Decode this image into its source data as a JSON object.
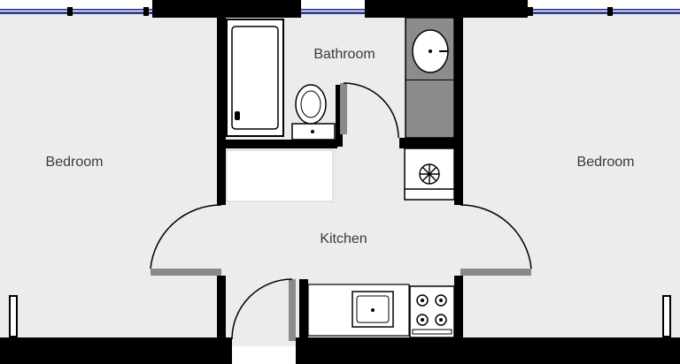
{
  "rooms": {
    "bedroom_left": "Bedroom",
    "bathroom": "Bathroom",
    "bedroom_right": "Bedroom",
    "kitchen": "Kitchen"
  },
  "icons": {
    "bathtub": "bathtub-icon",
    "toilet": "toilet-icon",
    "sink": "sink-icon",
    "fridge": "fridge-icon",
    "kitchen_sink": "kitchen-sink-icon",
    "stove": "stove-icon"
  },
  "colors": {
    "wall": "#000000",
    "floor": "#ececec",
    "window": "#2b3a8a",
    "door_sill": "#8a8a8a",
    "counter": "#8c8c8c",
    "fixture": "#ffffff"
  }
}
